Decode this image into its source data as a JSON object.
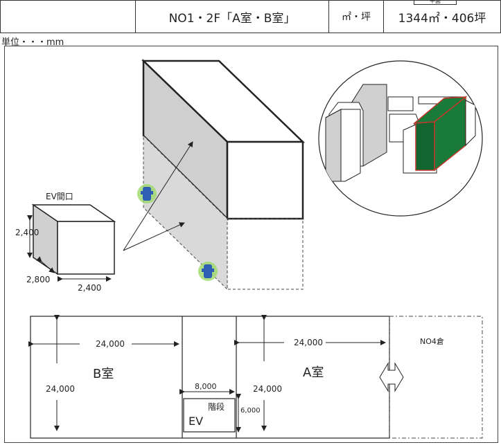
{
  "header": {
    "title": "NO1・2F「A室・B室」",
    "unit_type": "㎡・坪",
    "area": "1344㎡・406坪",
    "tab_label": "平面"
  },
  "unit_label": "単位・・・mm",
  "ev_opening": {
    "label": "EV間口",
    "height": "2,400",
    "depth": "2,800",
    "width": "2,400"
  },
  "floor_plan": {
    "room_b": {
      "label": "B室",
      "width": "24,000",
      "depth": "24,000"
    },
    "room_a": {
      "label": "A室",
      "width": "24,000",
      "depth": "24,000"
    },
    "corridor": {
      "width": "8,000",
      "depth": "6,000"
    },
    "ev_label": "EV",
    "stairs_label": "階段",
    "neighbor_label": "NO4倉"
  },
  "colors": {
    "highlight": "#1a7a3a",
    "highlight_edge": "#c0392b",
    "wall_fill": "#cfcfcf"
  }
}
